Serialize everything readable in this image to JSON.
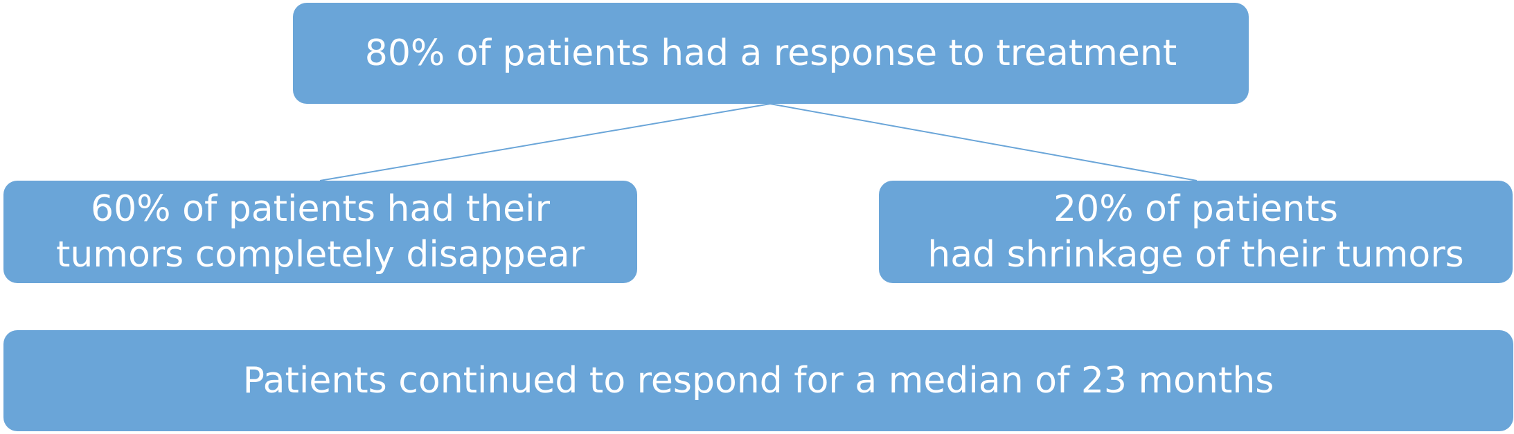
{
  "diagram": {
    "top": {
      "text": "80% of patients had a response to treatment"
    },
    "left": {
      "line1": "60% of patients had their",
      "line2": "tumors completely disappear"
    },
    "right": {
      "line1": "20% of patients",
      "line2": "had shrinkage of their tumors"
    },
    "bottom": {
      "text": "Patients continued to respond for a median of 23 months"
    },
    "colors": {
      "box_fill": "#6aa5d8",
      "text": "#ffffff",
      "connector": "#6aa5d8"
    }
  }
}
